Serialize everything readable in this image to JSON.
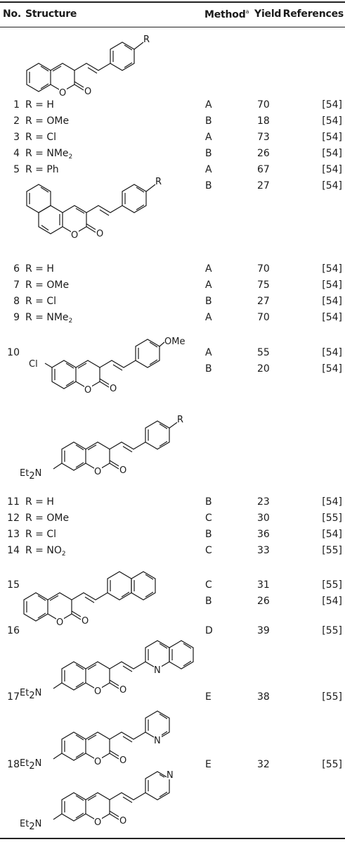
{
  "header": {
    "no": "No.",
    "structure": "Structure",
    "method": "Method",
    "method_sup": "a",
    "yield": "Yield",
    "references": "References"
  },
  "rows": [
    {
      "no": "1",
      "r": "R = H",
      "sub": "",
      "method": "A",
      "yield": "70",
      "ref": "[54]"
    },
    {
      "no": "2",
      "r": "R = OMe",
      "sub": "",
      "method": "B",
      "yield": "18",
      "ref": "[54]"
    },
    {
      "no": "3",
      "r": "R = Cl",
      "sub": "",
      "method": "A",
      "yield": "73",
      "ref": "[54]"
    },
    {
      "no": "4",
      "r": "R = NMe",
      "sub": "2",
      "method": "B",
      "yield": "26",
      "ref": "[54]"
    },
    {
      "no": "5",
      "r": "R = Ph",
      "sub": "",
      "method": "A",
      "yield": "67",
      "ref": "[54]"
    },
    {
      "no": "",
      "r": "",
      "sub": "",
      "method": "B",
      "yield": "27",
      "ref": "[54]"
    },
    {
      "no": "6",
      "r": "R = H",
      "sub": "",
      "method": "A",
      "yield": "70",
      "ref": "[54]"
    },
    {
      "no": "7",
      "r": "R = OMe",
      "sub": "",
      "method": "A",
      "yield": "75",
      "ref": "[54]"
    },
    {
      "no": "8",
      "r": "R = Cl",
      "sub": "",
      "method": "B",
      "yield": "27",
      "ref": "[54]"
    },
    {
      "no": "9",
      "r": "R = NMe",
      "sub": "2",
      "method": "A",
      "yield": "70",
      "ref": "[54]"
    },
    {
      "no": "10",
      "r": "",
      "sub": "",
      "method": "A",
      "yield": "55",
      "ref": "[54]"
    },
    {
      "no": "",
      "r": "",
      "sub": "",
      "method": "B",
      "yield": "20",
      "ref": "[54]"
    },
    {
      "no": "11",
      "r": "R = H",
      "sub": "",
      "method": "B",
      "yield": "23",
      "ref": "[54]"
    },
    {
      "no": "12",
      "r": "R = OMe",
      "sub": "",
      "method": "C",
      "yield": "30",
      "ref": "[55]"
    },
    {
      "no": "13",
      "r": "R = Cl",
      "sub": "",
      "method": "B",
      "yield": "36",
      "ref": "[54]"
    },
    {
      "no": "14",
      "r": "R = NO",
      "sub": "2",
      "method": "C",
      "yield": "33",
      "ref": "[55]"
    },
    {
      "no": "15",
      "r": "",
      "sub": "",
      "method": "C",
      "yield": "31",
      "ref": "[55]"
    },
    {
      "no": "",
      "r": "",
      "sub": "",
      "method": "B",
      "yield": "26",
      "ref": "[54]"
    },
    {
      "no": "16",
      "r": "",
      "sub": "",
      "method": "D",
      "yield": "39",
      "ref": "[55]"
    },
    {
      "no": "17",
      "r": "",
      "sub": "",
      "method": "E",
      "yield": "38",
      "ref": "[55]"
    },
    {
      "no": "18",
      "r": "",
      "sub": "",
      "method": "E",
      "yield": "32",
      "ref": "[55]"
    }
  ],
  "structure_labels": {
    "R": "R",
    "O": "O",
    "OMe": "OMe",
    "Cl": "Cl",
    "Et2N_main": "Et",
    "Et2N_sub": "2",
    "Et2N_tail": "N",
    "N": "N"
  }
}
